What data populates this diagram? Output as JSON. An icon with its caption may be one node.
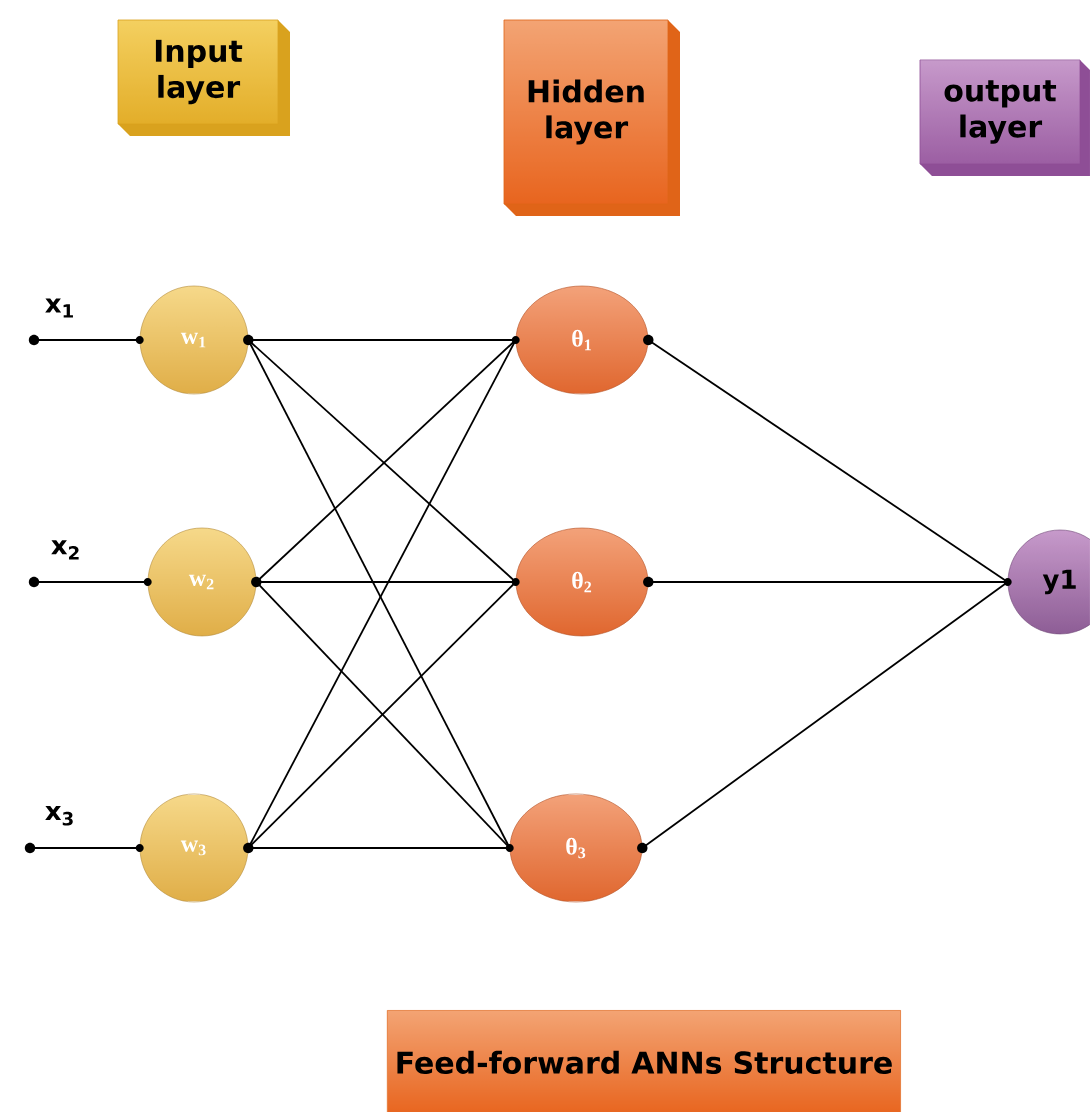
{
  "diagram": {
    "caption": "Feed-forward ANNs Structure",
    "nodes": [
      {
        "text": [
          "Input layer"
        ]
      },
      {
        "text": [
          "Hidden layer"
        ]
      },
      {
        "text": [
          "output layer"
        ]
      },
      {
        "text": [
          "x$_{1}$"
        ]
      },
      {
        "text": [
          "x$_{2}$"
        ]
      },
      {
        "text": [
          "x$_{3}$"
        ]
      },
      {
        "text": [
          "w$_{1}$"
        ]
      },
      {
        "text": [
          "w$_{2}$"
        ]
      },
      {
        "text": [
          "w$_{3}$"
        ]
      },
      {
        "text": [
          "θ$_{1}$"
        ]
      },
      {
        "text": [
          "θ$_{2}$"
        ]
      },
      {
        "text": [
          "θ$_{3}$"
        ]
      },
      {
        "text": [
          "y1"
        ]
      }
    ],
    "edges": [
      {
        "from": 3,
        "to": 6,
        "arrow": "none"
      },
      {
        "from": 4,
        "to": 7,
        "arrow": "none"
      },
      {
        "from": 5,
        "to": 8,
        "arrow": "none"
      },
      {
        "from": 6,
        "to": 9,
        "arrow": "none"
      },
      {
        "from": 6,
        "to": 10,
        "arrow": "none"
      },
      {
        "from": 6,
        "to": 11,
        "arrow": "none"
      },
      {
        "from": 7,
        "to": 9,
        "arrow": "none"
      },
      {
        "from": 7,
        "to": 10,
        "arrow": "none"
      },
      {
        "from": 7,
        "to": 11,
        "arrow": "none"
      },
      {
        "from": 8,
        "to": 9,
        "arrow": "none"
      },
      {
        "from": 8,
        "to": 10,
        "arrow": "none"
      },
      {
        "from": 8,
        "to": 11,
        "arrow": "none"
      },
      {
        "from": 9,
        "to": 12,
        "arrow": "none"
      },
      {
        "from": 10,
        "to": 12,
        "arrow": "none"
      },
      {
        "from": 11,
        "to": 12,
        "arrow": "none"
      }
    ]
  }
}
